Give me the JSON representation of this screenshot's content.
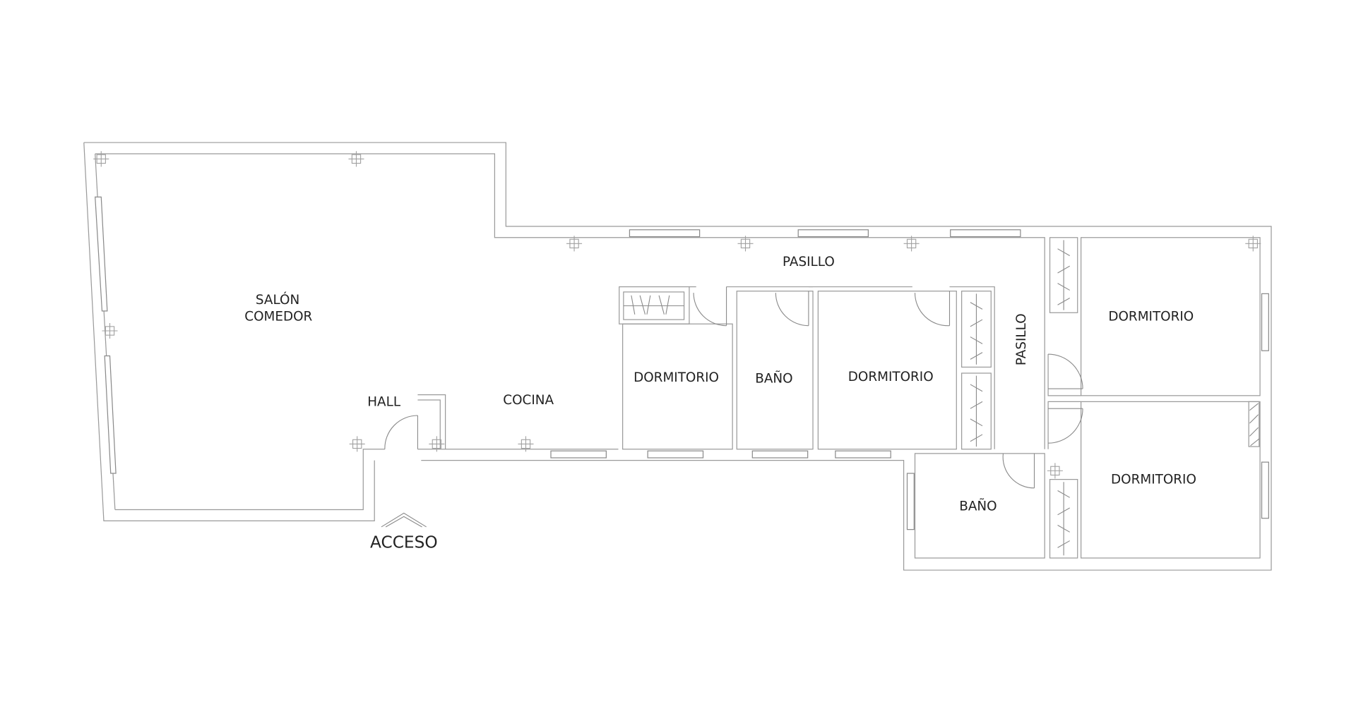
{
  "plan": {
    "rooms": {
      "salon_line1": "SALÓN",
      "salon_line2": "COMEDOR",
      "hall": "HALL",
      "cocina": "COCINA",
      "pasillo_top": "PASILLO",
      "pasillo_right": "PASILLO",
      "dormitorio_1": "DORMITORIO",
      "bano_1": "BAÑO",
      "dormitorio_2": "DORMITORIO",
      "dormitorio_3": "DORMITORIO",
      "dormitorio_4": "DORMITORIO",
      "bano_2": "BAÑO"
    },
    "access_label": "ACCESO",
    "line_color": "#9a9a9a",
    "text_color": "#222222"
  }
}
